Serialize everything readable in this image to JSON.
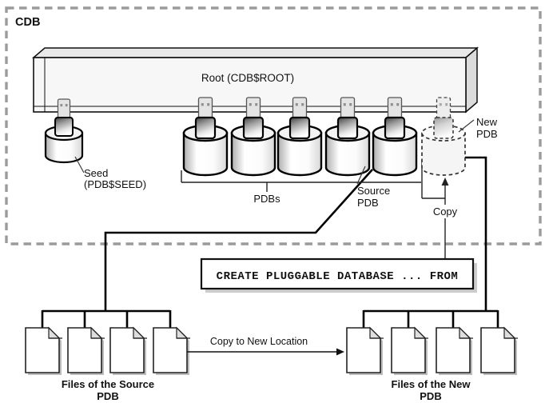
{
  "cdb": {
    "label": "CDB"
  },
  "root": {
    "label": "Root (CDB$ROOT)"
  },
  "seed": {
    "line1": "Seed",
    "line2": "(PDB$SEED)"
  },
  "pdbs": {
    "label": "PDBs"
  },
  "source_pdb": {
    "line1": "Source",
    "line2": "PDB"
  },
  "new_pdb": {
    "line1": "New",
    "line2": "PDB"
  },
  "copy": {
    "label": "Copy"
  },
  "sql_box": {
    "statement": "CREATE PLUGGABLE DATABASE ... FROM"
  },
  "copy_to_new_location": {
    "label": "Copy to New Location"
  },
  "files_source": {
    "line1": "Files of the Source",
    "line2": "PDB"
  },
  "files_new": {
    "line1": "Files of the New",
    "line2": "PDB"
  },
  "colors": {
    "dashed_border": "#9b9b9b",
    "line": "#000000",
    "thin_line": "#222222",
    "box_shadow": "#cccccc",
    "file_shadow": "#bdbdbd",
    "cylinder_edge": "#000000",
    "slab_top": "#e9e9e9",
    "slab_side": "#dcdcdc",
    "slab_front": "#f7f7f7"
  }
}
